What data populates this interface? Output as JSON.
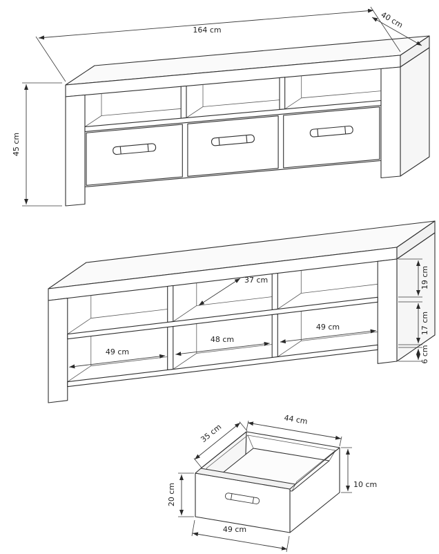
{
  "drawing": {
    "views": {
      "assembled": {
        "dims": {
          "width": "164 cm",
          "depth": "40 cm",
          "height": "45 cm"
        }
      },
      "carcass": {
        "dims": {
          "compartment_depth": "37 cm",
          "top_row_height": "19 cm",
          "bottom_row_height": "17 cm",
          "left_compartment_width": "49 cm",
          "middle_compartment_width": "48 cm",
          "right_compartment_width": "49 cm",
          "plinth_height": "6 cm"
        }
      },
      "drawer": {
        "dims": {
          "side_depth": "35 cm",
          "back_width": "44 cm",
          "front_height": "20 cm",
          "back_height": "10 cm",
          "front_width": "49 cm"
        }
      }
    }
  }
}
